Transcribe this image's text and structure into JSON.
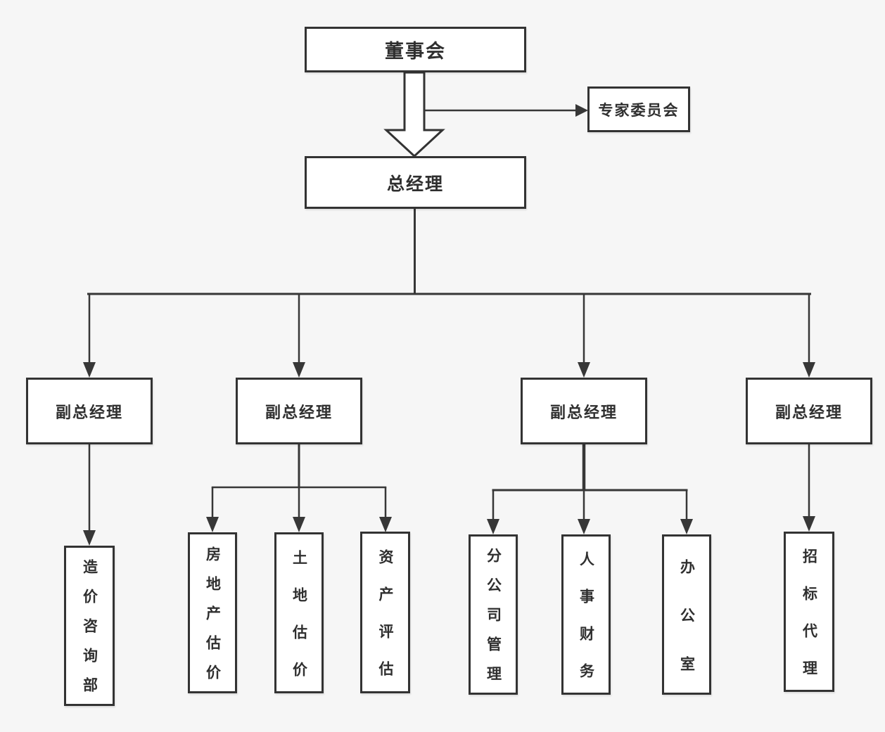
{
  "theme": {
    "canvas_bg": "#f6f6f6",
    "box_bg": "#ffffff",
    "box_border": "#333333",
    "line_color": "#373737",
    "text_color": "#2f2f2f"
  },
  "org_chart": {
    "board": {
      "label": "董事会"
    },
    "expert_committee": {
      "label": "专家委员会"
    },
    "general_manager": {
      "label": "总经理"
    },
    "deputies": [
      {
        "label": "副总经理",
        "departments": [
          {
            "label": "造价咨询部"
          }
        ]
      },
      {
        "label": "副总经理",
        "departments": [
          {
            "label": "房地产估价"
          },
          {
            "label": "土地估价"
          },
          {
            "label": "资产评估"
          }
        ]
      },
      {
        "label": "副总经理",
        "departments": [
          {
            "label": "分公司管理"
          },
          {
            "label": "人事财务"
          },
          {
            "label": "办公室"
          }
        ]
      },
      {
        "label": "副总经理",
        "departments": [
          {
            "label": "招标代理"
          }
        ]
      }
    ]
  }
}
